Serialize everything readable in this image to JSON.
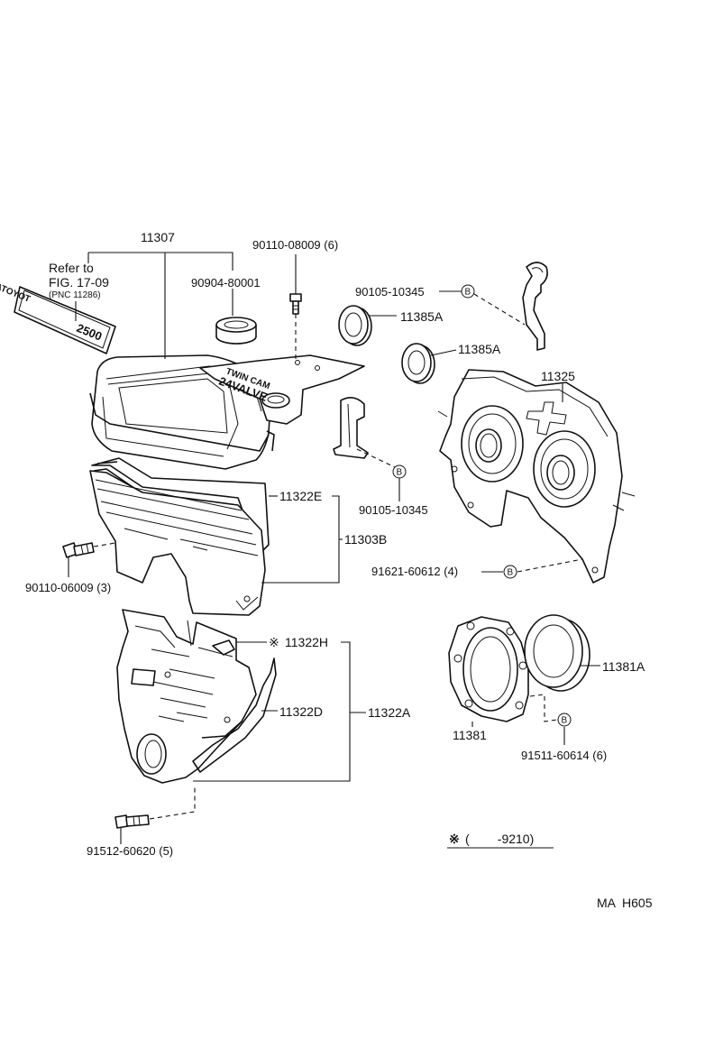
{
  "labels": {
    "p11307": "11307",
    "refer_line1": "Refer to",
    "refer_line2": "FIG. 17-09",
    "refer_line3": "(PNC 11286)",
    "p90904": "90904-80001",
    "p90110_top": "90110-08009 (6)",
    "p90105_top": "90105-10345",
    "p11385a_1": "11385A",
    "p11385a_2": "11385A",
    "p11325": "11325",
    "p11322e": "11322E",
    "p11303b": "11303B",
    "p90105_mid": "90105-10345",
    "p90110_left": "90110-06009 (3)",
    "p91621": "91621-60612 (4)",
    "p11322h": "11322H",
    "p11322d": "11322D",
    "p11322a": "11322A",
    "p11381a": "11381A",
    "p11381": "11381",
    "p91511": "91511-60614 (6)",
    "p91512": "91512-60620 (5)",
    "note_mark": "※",
    "note_text": "(        -9210)",
    "figure_code": "MA  H605"
  },
  "markings": {
    "emblem": "TOYOTA",
    "emblem_sub": "2500",
    "cover_text_1": "TWIN CAM",
    "cover_text_2": "24VALVE"
  },
  "symbols": {
    "bolt_marker": "B",
    "asterisk": "※"
  }
}
